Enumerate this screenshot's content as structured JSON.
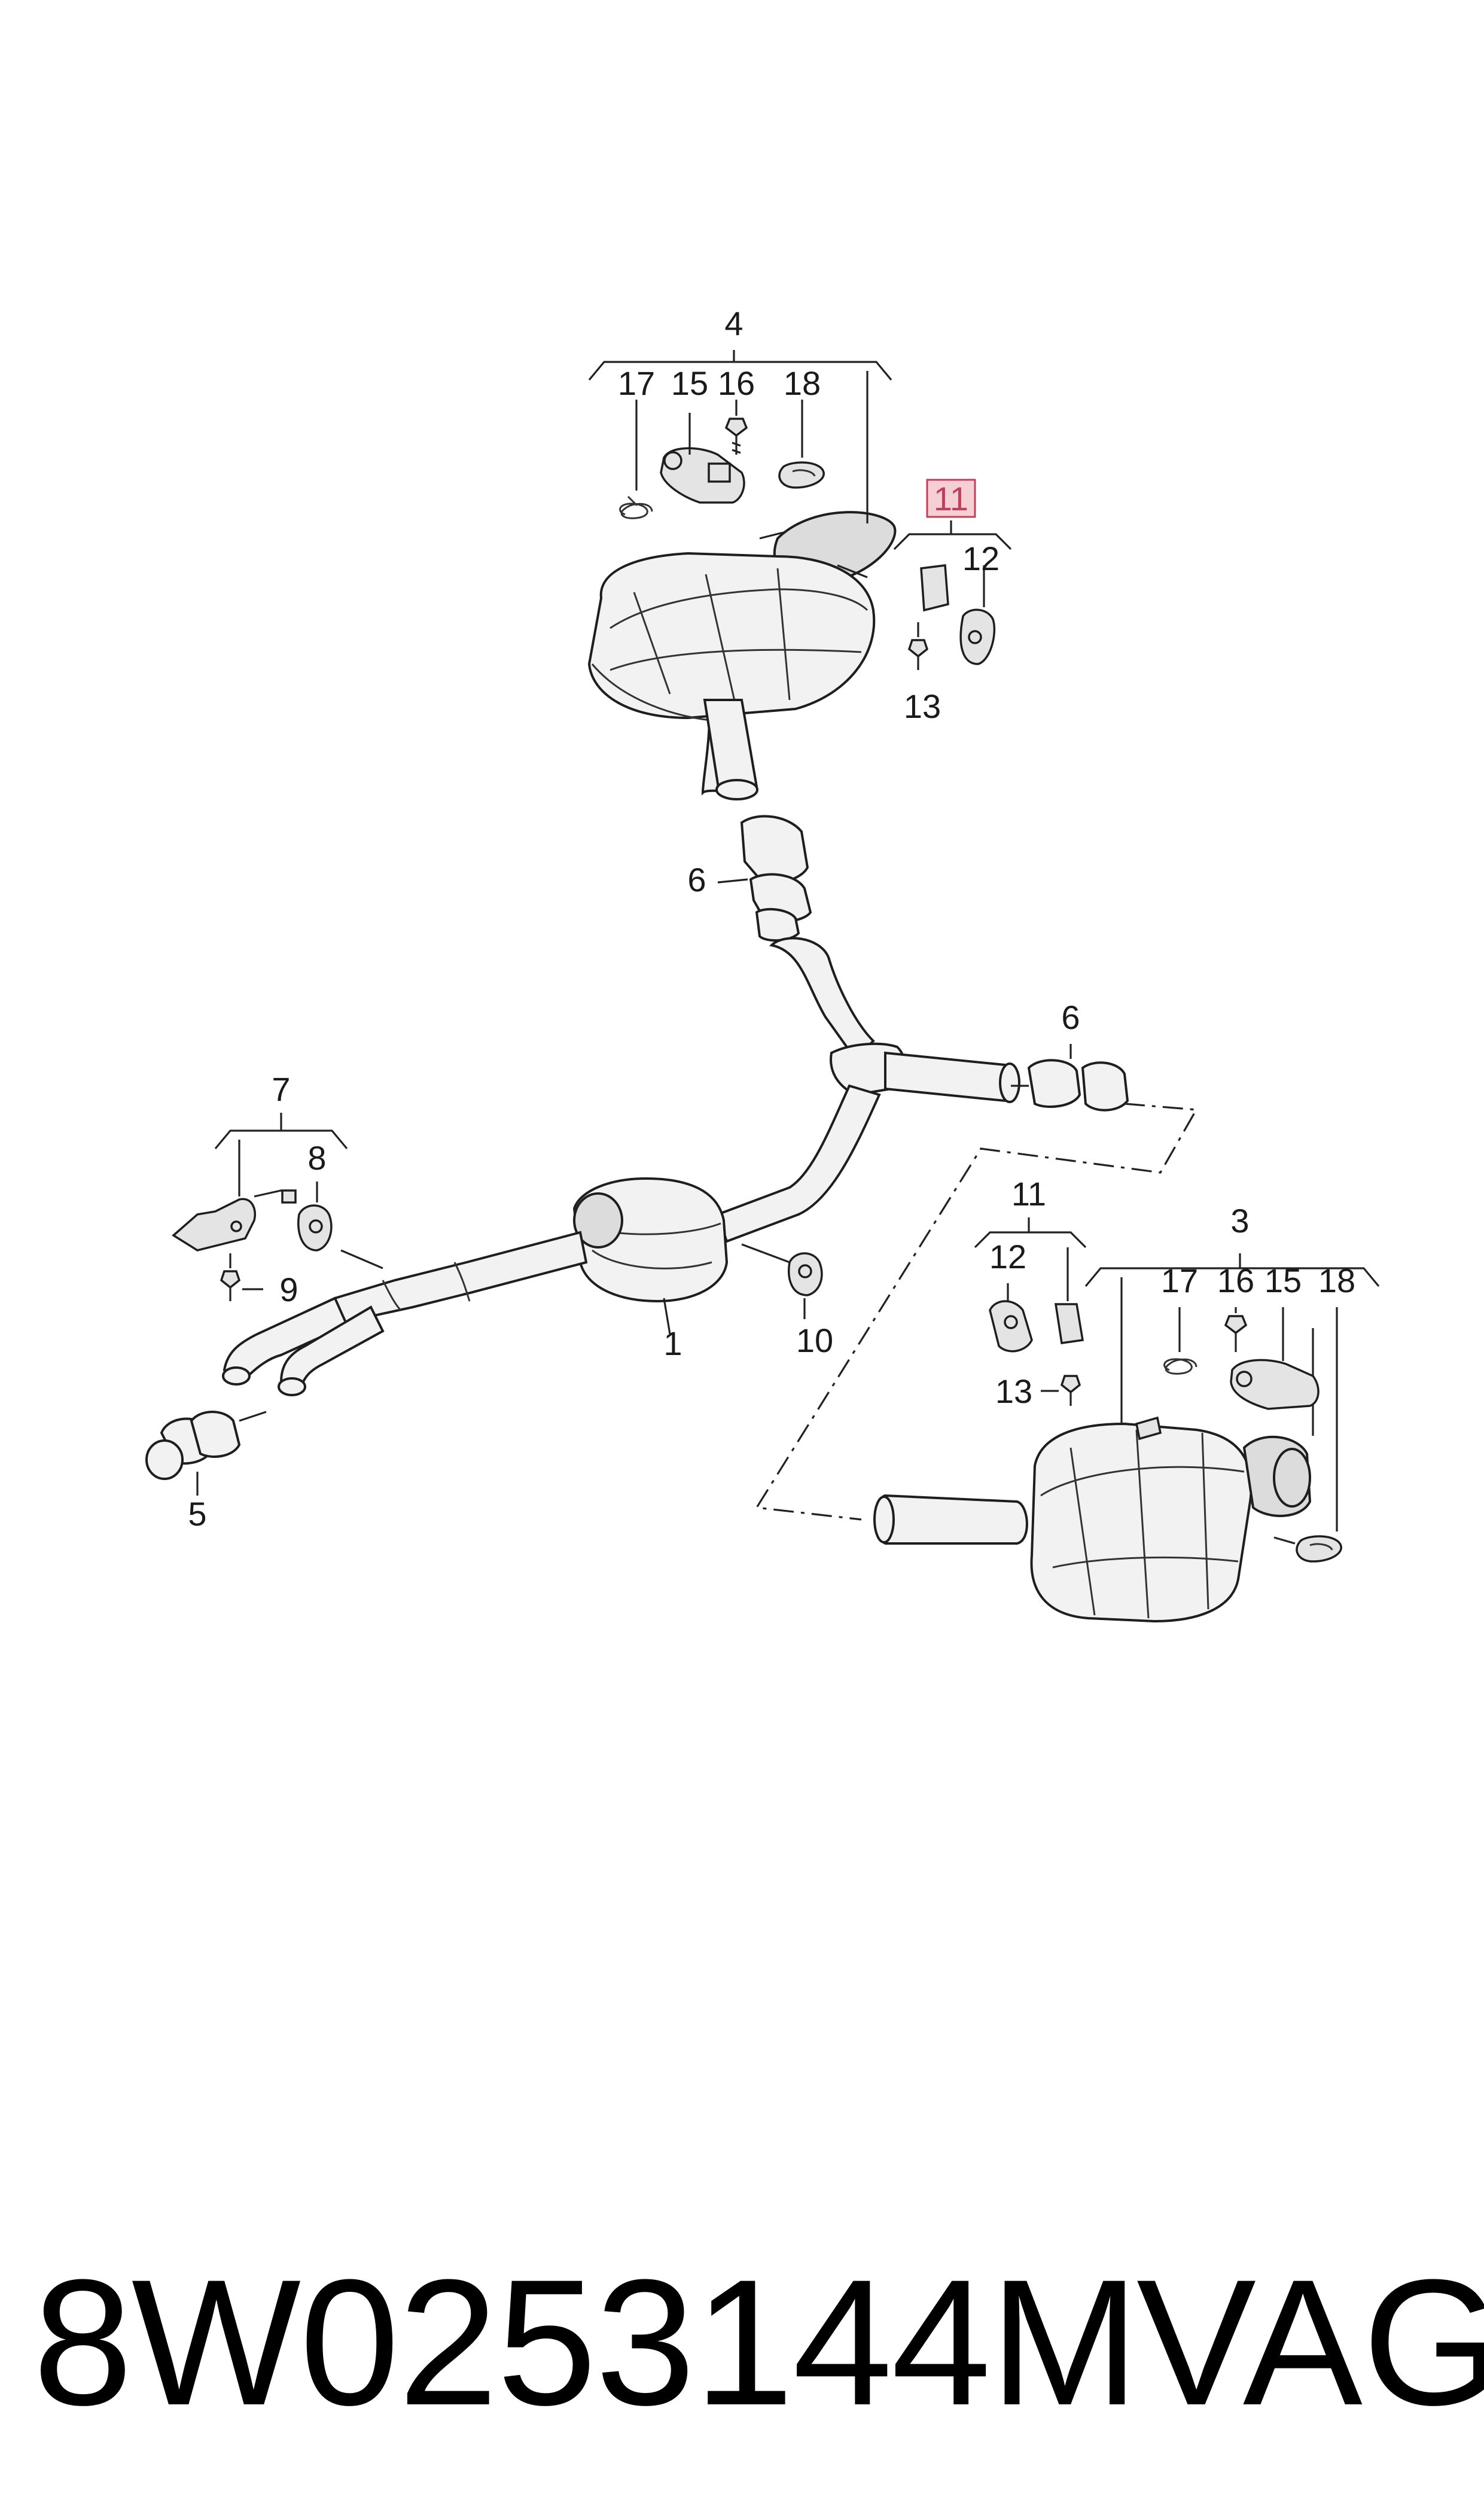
{
  "diagram": {
    "labels": {
      "rear_muffler_left": "4",
      "rear_muffler_right": "3",
      "middle_muffler": "1",
      "clamp_front": "5",
      "clamp_upper": "6",
      "clamp_right": "6",
      "hanger_bracket_group": "7",
      "bracket_rubber": "8",
      "bracket_bolt": "9",
      "mount_rubber_center": "10",
      "mount_group_left": "11",
      "mount_group_right": "11",
      "rubber_mount_left": "12",
      "rubber_mount_right": "12",
      "bolt_left": "13",
      "bolt_right": "13",
      "actuator_left": "15",
      "actuator_right": "15",
      "screw_left": "16",
      "screw_right": "16",
      "spring_left": "17",
      "spring_right": "17",
      "clip_left": "18",
      "clip_right": "18"
    },
    "highlight_color": "#f6cfd4",
    "highlight_border": "#c0405a"
  },
  "footer": {
    "part_number": "8W0253144M",
    "brand": "VAG"
  }
}
